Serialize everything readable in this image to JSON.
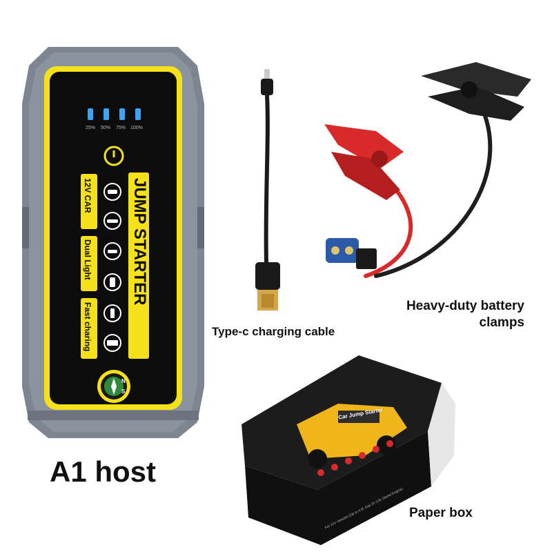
{
  "captions": {
    "host": "A1 host",
    "cable": "Type-c charging cable",
    "clamps_line1": "Heavy-duty battery",
    "clamps_line2": "clamps",
    "box": "Paper box"
  },
  "device": {
    "levels": [
      "25%",
      "50%",
      "75%",
      "100%"
    ],
    "main_label": "JUMP STARTER",
    "side_labels": [
      "12V CAR",
      "Dual Light",
      "Fast charing"
    ],
    "compass_letters": [
      "N",
      "S"
    ]
  },
  "box": {
    "top_title": "CAR JUMP STARTER WITH AIR COMPRESSOR",
    "vehicle_label": "Car Jump Starter",
    "bottom_text": "For 12V Vehicles (Up to 4.0L Gas Or 3.0L Diesel Engine)"
  },
  "colors": {
    "device_shell": "#7d8590",
    "device_face": "#0c0c0c",
    "accent_yellow": "#f5e11a",
    "clamp_red": "#d82a2a",
    "clamp_black": "#1e1e1e",
    "connector_blue": "#2a5aa8"
  }
}
